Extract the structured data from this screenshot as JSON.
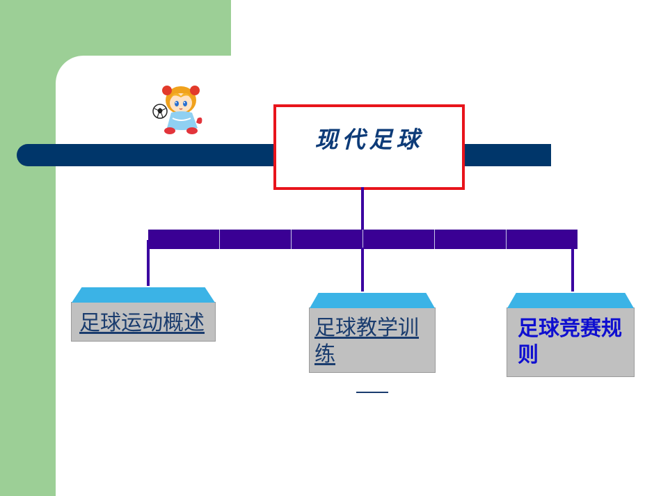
{
  "title": "现代足球",
  "nodes": [
    {
      "label": "足球运动概述"
    },
    {
      "label": "足球教学训练"
    },
    {
      "label": "足球竞赛规则"
    }
  ],
  "colors": {
    "green_band": "#9ccf96",
    "navy_bar": "#00366a",
    "title_border": "#e8141b",
    "title_text": "#0d3b78",
    "connector": "#3a0094",
    "node_fill": "#c0c0c0",
    "node_top": "#3bb3e6",
    "link_text": "#1a3c6e",
    "bold_blue_text": "#0f0fd0"
  },
  "icons": {
    "mascot": "cartoon-girl-with-soccer-ball-icon"
  }
}
